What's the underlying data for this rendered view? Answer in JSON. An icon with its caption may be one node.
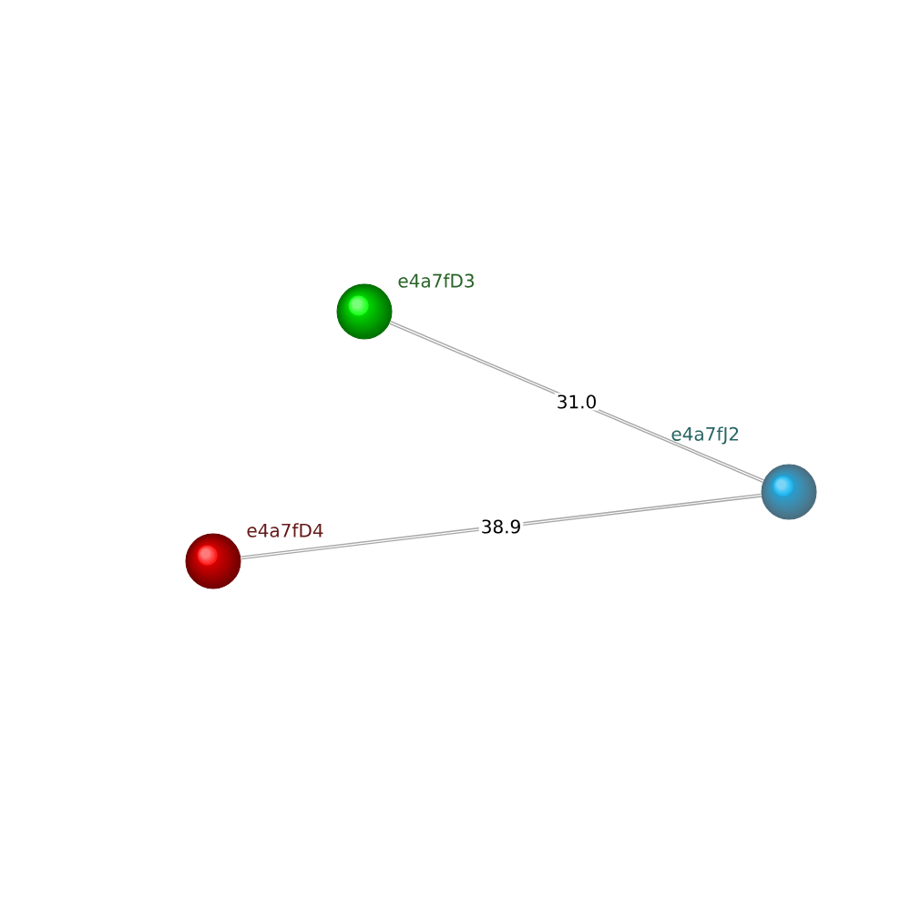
{
  "diagram": {
    "nodes": [
      {
        "text": [
          "e4a7fD3"
        ]
      },
      {
        "text": [
          "e4a7fJ2"
        ]
      },
      {
        "text": [
          "e4a7fD4"
        ]
      }
    ],
    "edges": [
      {
        "from": 0,
        "to": 1,
        "arrow": "none",
        "label": "31.0"
      },
      {
        "from": 2,
        "to": 1,
        "arrow": "none",
        "label": "38.9"
      }
    ]
  }
}
